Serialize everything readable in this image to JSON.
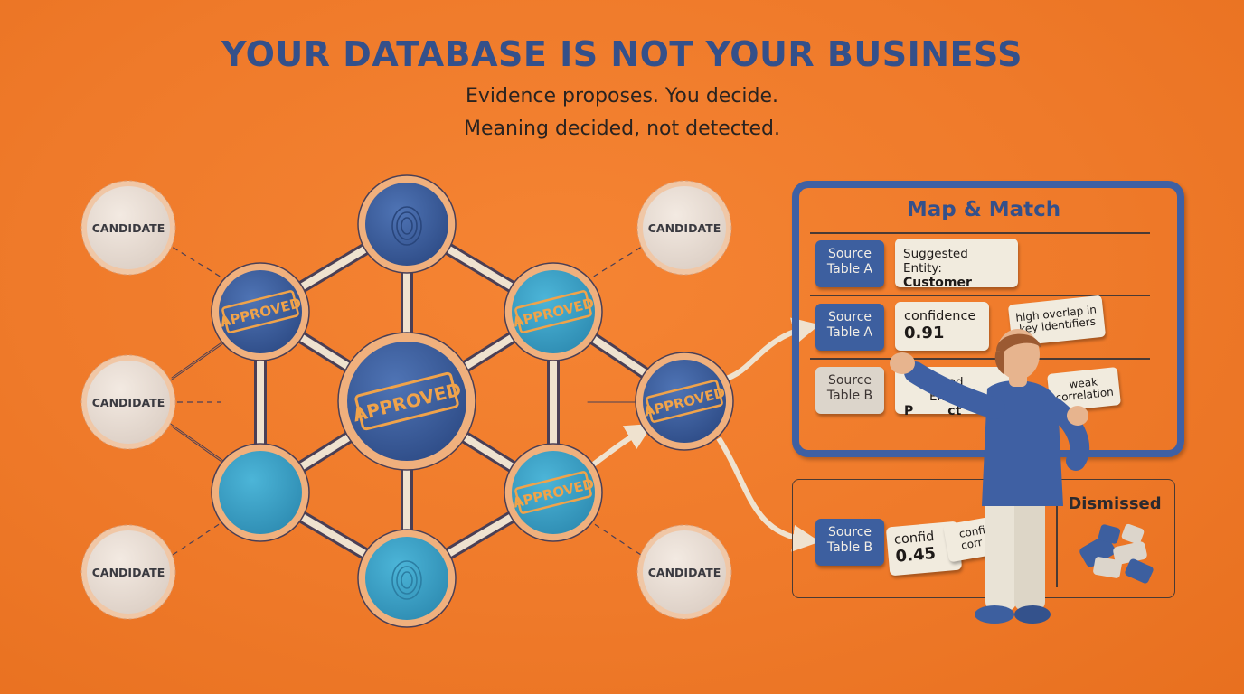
{
  "header": {
    "title": "YOUR DATABASE IS NOT YOUR BUSINESS",
    "subtitle_line1": "Evidence proposes. You decide.",
    "subtitle_line2": "Meaning decided, not detected."
  },
  "graph": {
    "candidate_label": "CANDIDATE",
    "approved_stamp": "APPROVED",
    "colors": {
      "dark_node": "#3d5f9f",
      "teal_node": "#3ba2c6",
      "candidate_node": "#e9ddd3",
      "stamp": "#f0a34a",
      "edge": "#efe2cf",
      "outline": "#4a3f55"
    }
  },
  "map_match": {
    "title": "Map & Match",
    "rows": [
      {
        "source": {
          "line1": "Source",
          "line2": "Table A"
        },
        "entity": {
          "line1": "Suggested Entity:",
          "line2": "Customer"
        }
      },
      {
        "source": {
          "line1": "Source",
          "line2": "Table A"
        },
        "confidence_label": "confidence",
        "confidence_value": "0.91",
        "note": {
          "line1": "high overlap in",
          "line2": "key identifiers"
        }
      },
      {
        "source": {
          "line1": "Source",
          "line2": "Table B"
        },
        "entity_partial": {
          "line1": "ested Entity",
          "line2": "P",
          "line2b": "ct"
        },
        "note": {
          "line1": "weak",
          "line2": "correlation"
        }
      }
    ]
  },
  "dismissed": {
    "label": "Dismissed",
    "source": {
      "line1": "Source",
      "line2": "Table B"
    },
    "confidence_partial": "confid",
    "confidence_value": "0.45",
    "tag_partial": {
      "line1": "confi",
      "line1b": "e",
      "line2": "corr"
    }
  },
  "palette": {
    "background": "#ef7a2a",
    "title": "#34508a",
    "panel_border": "#3f60a3",
    "card": "#f1ebde"
  }
}
